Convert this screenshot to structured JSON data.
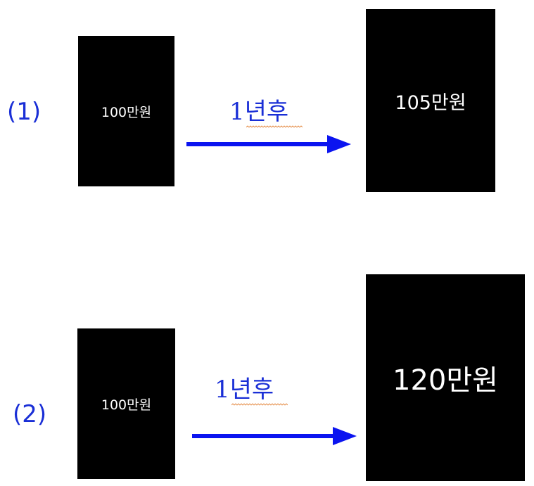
{
  "scenarios": [
    {
      "label": "(1)",
      "start_amount": "100만원",
      "period": "1년후",
      "end_amount": "105만원"
    },
    {
      "label": "(2)",
      "start_amount": "100만원",
      "period": "1년후",
      "end_amount": "120만원"
    }
  ],
  "colors": {
    "accent": "#1a2fd6",
    "arrow": "#0b14f0",
    "box": "#000000",
    "box_text": "#ffffff",
    "spellcheck": "#e07a2a"
  }
}
